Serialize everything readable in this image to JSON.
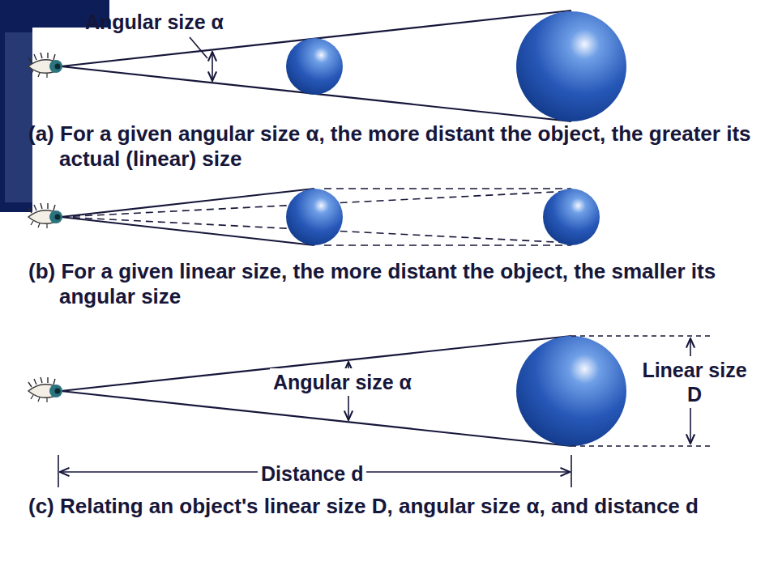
{
  "diagram": {
    "labels": [
      "Angular size α",
      "(a) For a given angular size α, the more distant the object, the greater its actual (linear) size",
      "(b) For a given linear size, the more distant the object, the smaller its angular size",
      "Angular size α",
      "Linear size D",
      "Distance d",
      "(c) Relating an object's linear size D, angular size α, and distance d"
    ]
  }
}
